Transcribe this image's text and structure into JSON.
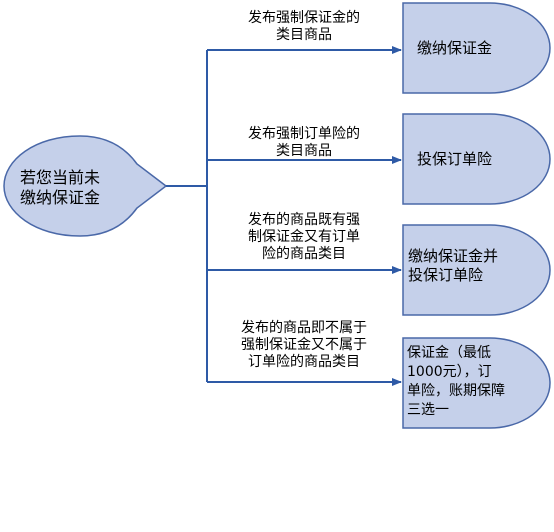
{
  "colors": {
    "node_fill": "#c5d0ea",
    "node_stroke": "#4a68a8",
    "connector": "#2e5aa6",
    "text": "#000000"
  },
  "source": {
    "label": "若您当前未\n缴纳保证金"
  },
  "branches": [
    {
      "condition": "发布强制保证金的\n类目商品",
      "target": "缴纳保证金"
    },
    {
      "condition": "发布强制订单险的\n类目商品",
      "target": "投保订单险"
    },
    {
      "condition": "发布的商品既有强\n制保证金又有订单\n险的商品类目",
      "target": "缴纳保证金并\n投保订单险"
    },
    {
      "condition": "发布的商品即不属于\n强制保证金又不属于\n订单险的商品类目",
      "target": "保证金（最低\n1000元），订\n单险，账期保障\n三选一"
    }
  ]
}
